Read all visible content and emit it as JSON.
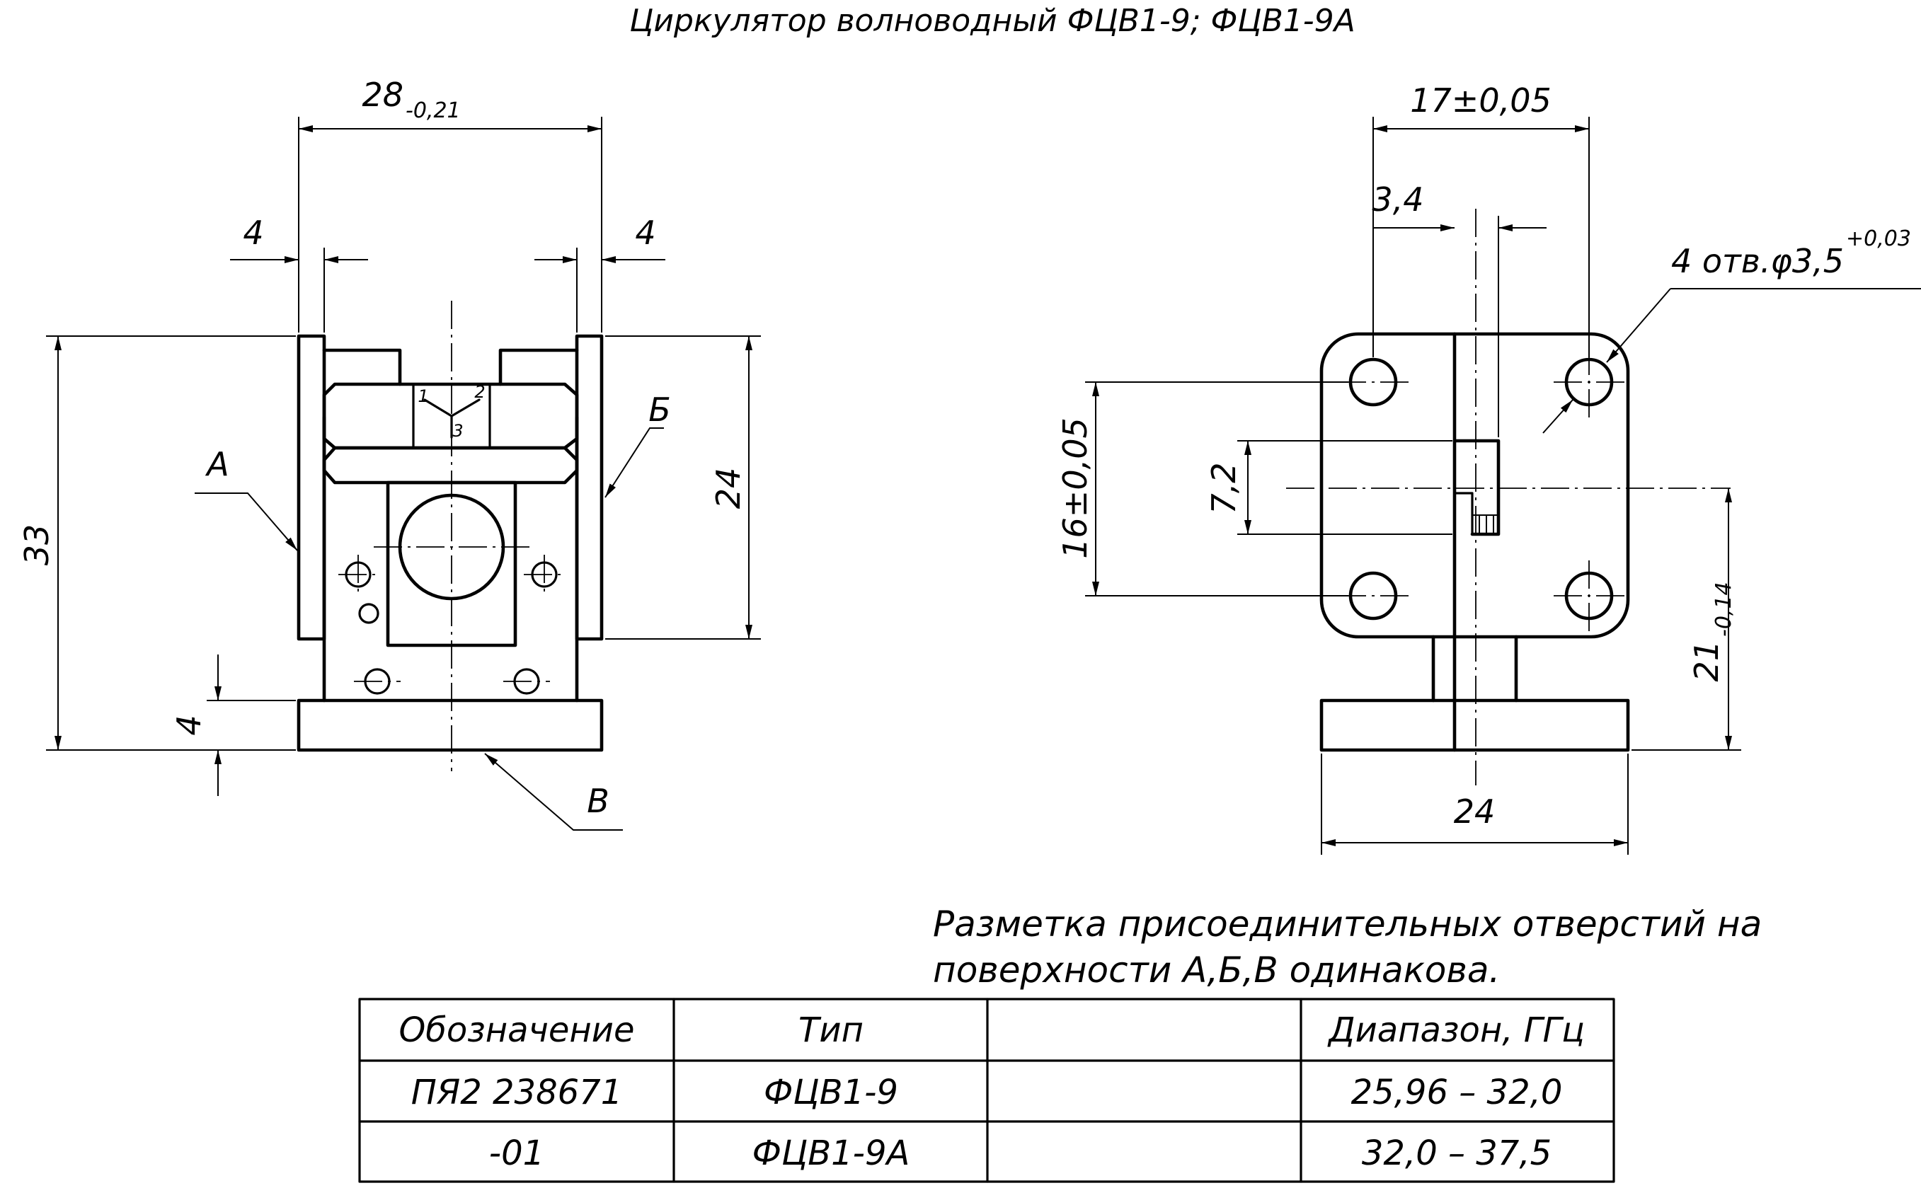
{
  "title": "Циркулятор волноводный ФЦВ1-9; ФЦВ1-9А",
  "front_view": {
    "dim_width": "28",
    "dim_width_tol": "-0,21",
    "dim_flange_left": "4",
    "dim_flange_right": "4",
    "dim_height": "33",
    "dim_height_right": "24",
    "dim_base": "4",
    "port_a": "А",
    "port_b": "Б",
    "port_c": "В",
    "port_num_1": "1",
    "port_num_2": "2",
    "port_num_3": "3"
  },
  "side_view": {
    "dim_holes_pitch": "17±0,05",
    "dim_offset": "3,4",
    "hole_callout": "4 отв.φ3,5",
    "hole_callout_tol": "+0,03",
    "dim_vertical_pitch": "16±0,05",
    "dim_window": "7,2",
    "dim_axis_height": "21",
    "dim_axis_height_tol": "-0,14",
    "dim_base_width": "24"
  },
  "note": {
    "line1": "Разметка присоединительных отверстий на",
    "line2": "поверхности А,Б,В одинакова."
  },
  "table": {
    "headers": [
      "Обозначение",
      "Тип",
      "",
      "Диапазон, ГГц"
    ],
    "rows": [
      [
        "ПЯ2 238671",
        "ФЦВ1-9",
        "",
        "25,96 – 32,0"
      ],
      [
        "-01",
        "ФЦВ1-9А",
        "",
        "32,0 – 37,5"
      ]
    ]
  }
}
